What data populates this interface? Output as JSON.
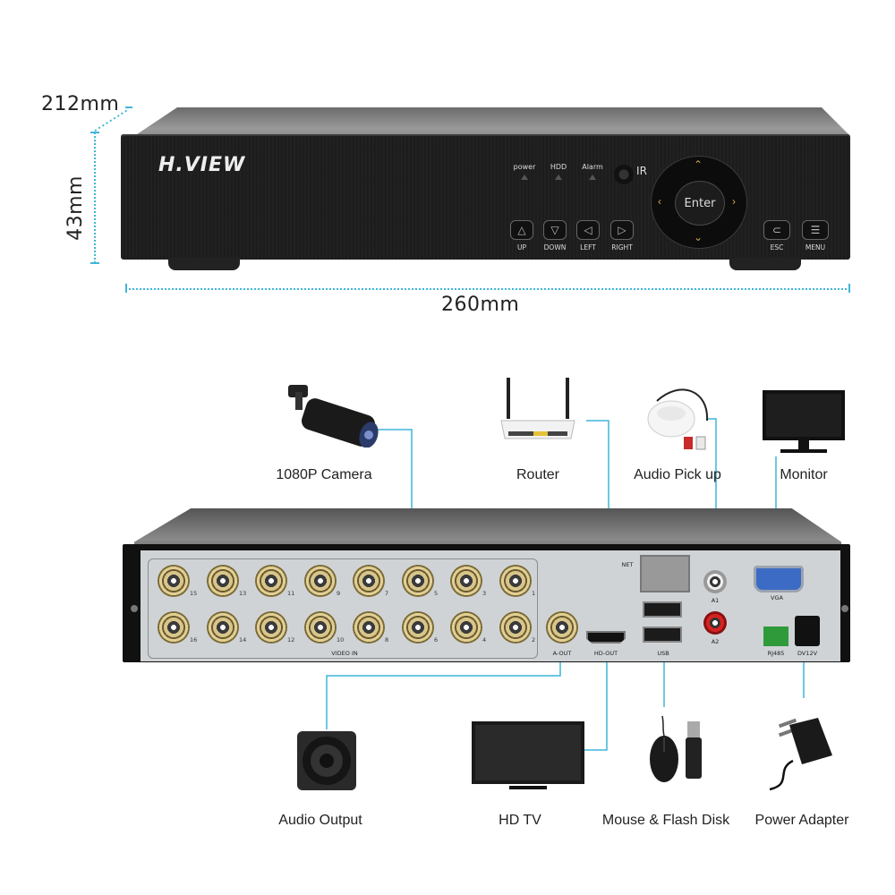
{
  "dimensions": {
    "depth": "212mm",
    "height": "43mm",
    "width": "260mm"
  },
  "front_panel": {
    "brand": "H.VIEW",
    "indicators": [
      "power",
      "HDD",
      "Alarm"
    ],
    "ir_label": "IR",
    "keys": [
      "UP",
      "DOWN",
      "LEFT",
      "RIGHT"
    ],
    "enter_label": "Enter",
    "right_keys": [
      "ESC",
      "MENU"
    ]
  },
  "rear_panel": {
    "video_in_label": "VIDEO IN",
    "top_row_numbers": [
      "15",
      "13",
      "11",
      "9",
      "7",
      "5",
      "3",
      "1"
    ],
    "bottom_row_numbers": [
      "16",
      "14",
      "12",
      "10",
      "8",
      "6",
      "4",
      "2"
    ],
    "ports": {
      "a_out": "A-OUT",
      "hd_out": "HD-OUT",
      "usb": "USB",
      "net": "NET",
      "a1": "A1",
      "a2": "A2",
      "vga": "VGA",
      "rj485": "RJ485",
      "dc": "DV12V"
    }
  },
  "devices": {
    "camera": "1080P Camera",
    "router": "Router",
    "audio_pickup": "Audio Pick up",
    "monitor": "Monitor",
    "audio_output": "Audio Output",
    "hdtv": "HD TV",
    "mouse_flash": "Mouse & Flash Disk",
    "power_adapter": "Power Adapter"
  },
  "colors": {
    "connector_line": "#3fb6d8",
    "dimension_line": "#3fb6d8"
  }
}
